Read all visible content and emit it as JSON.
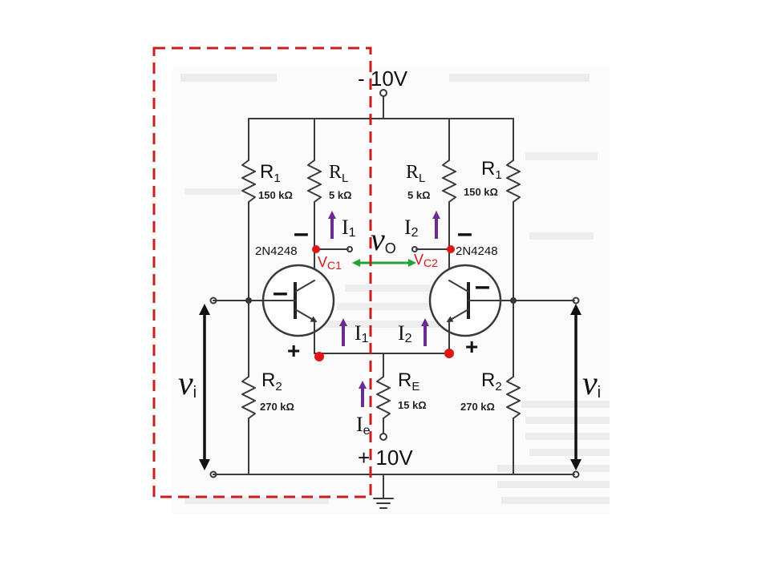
{
  "supplies": {
    "top": "- 10V",
    "bottom": "+ 10V"
  },
  "resistors": {
    "r1_left": {
      "name": "R",
      "sub": "1",
      "value": "150 kΩ"
    },
    "rl_left": {
      "name": "R",
      "sub": "L",
      "value": "5 kΩ"
    },
    "rl_right": {
      "name": "R",
      "sub": "L",
      "value": "5 kΩ"
    },
    "r1_right": {
      "name": "R",
      "sub": "1",
      "value": "150 kΩ"
    },
    "r2_left": {
      "name": "R",
      "sub": "2",
      "value": "270 kΩ"
    },
    "re": {
      "name": "R",
      "sub": "E",
      "value": "15 kΩ"
    },
    "r2_right": {
      "name": "R",
      "sub": "2",
      "value": "270 kΩ"
    }
  },
  "transistors": {
    "left": "2N4248",
    "right": "2N4248"
  },
  "currents": {
    "i1_top": {
      "name": "I",
      "sub": "1"
    },
    "i2_top": {
      "name": "I",
      "sub": "2"
    },
    "i1_bottom": {
      "name": "I",
      "sub": "1"
    },
    "i2_bottom": {
      "name": "I",
      "sub": "2"
    },
    "ie": {
      "name": "I",
      "sub": "e"
    }
  },
  "output": {
    "name": "v",
    "sub": "O"
  },
  "collector_voltages": {
    "left": {
      "name": "V",
      "sub": "C1"
    },
    "right": {
      "name": "V",
      "sub": "C2"
    }
  },
  "inputs": {
    "left": {
      "name": "v",
      "sub": "i"
    },
    "right": {
      "name": "v",
      "sub": "i"
    }
  },
  "signs": {
    "minus": "–",
    "plus": "+"
  },
  "colors": {
    "highlight_box": "#c81e1e",
    "current_arrow": "#6a2c91",
    "vo_arrow": "#22a33a",
    "node": "#e01515",
    "wire": "#3a3a3a"
  }
}
